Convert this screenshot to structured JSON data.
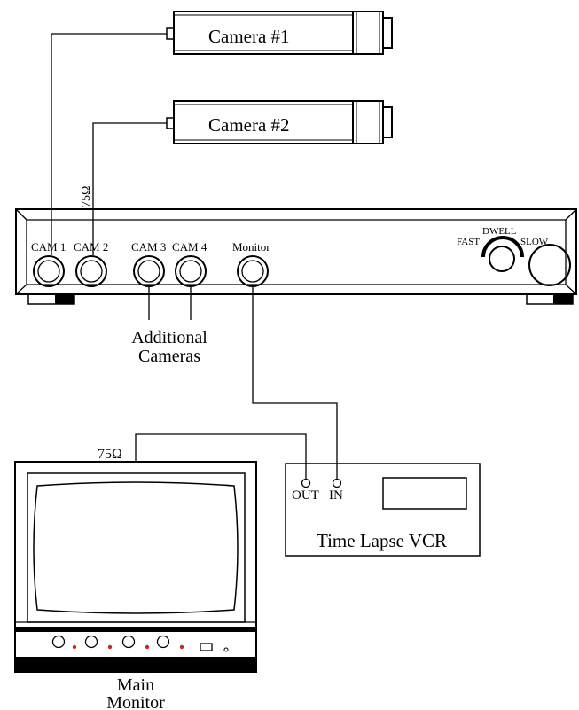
{
  "cameras": {
    "camera1": "Camera #1",
    "camera2": "Camera #2"
  },
  "switcher": {
    "cam1": "CAM 1",
    "cam2": "CAM 2",
    "cam3": "CAM 3",
    "cam4": "CAM 4",
    "monitor": "Monitor",
    "dwell": "DWELL",
    "fast": "FAST",
    "slow": "SLOW"
  },
  "additional": {
    "line1": "Additional",
    "line2": "Cameras"
  },
  "termination_top": "75Ω",
  "termination_monitor": "75Ω",
  "vcr": {
    "title": "Time Lapse VCR",
    "out": "OUT",
    "in": "IN"
  },
  "main_monitor": {
    "line1": "Main",
    "line2": "Monitor"
  }
}
